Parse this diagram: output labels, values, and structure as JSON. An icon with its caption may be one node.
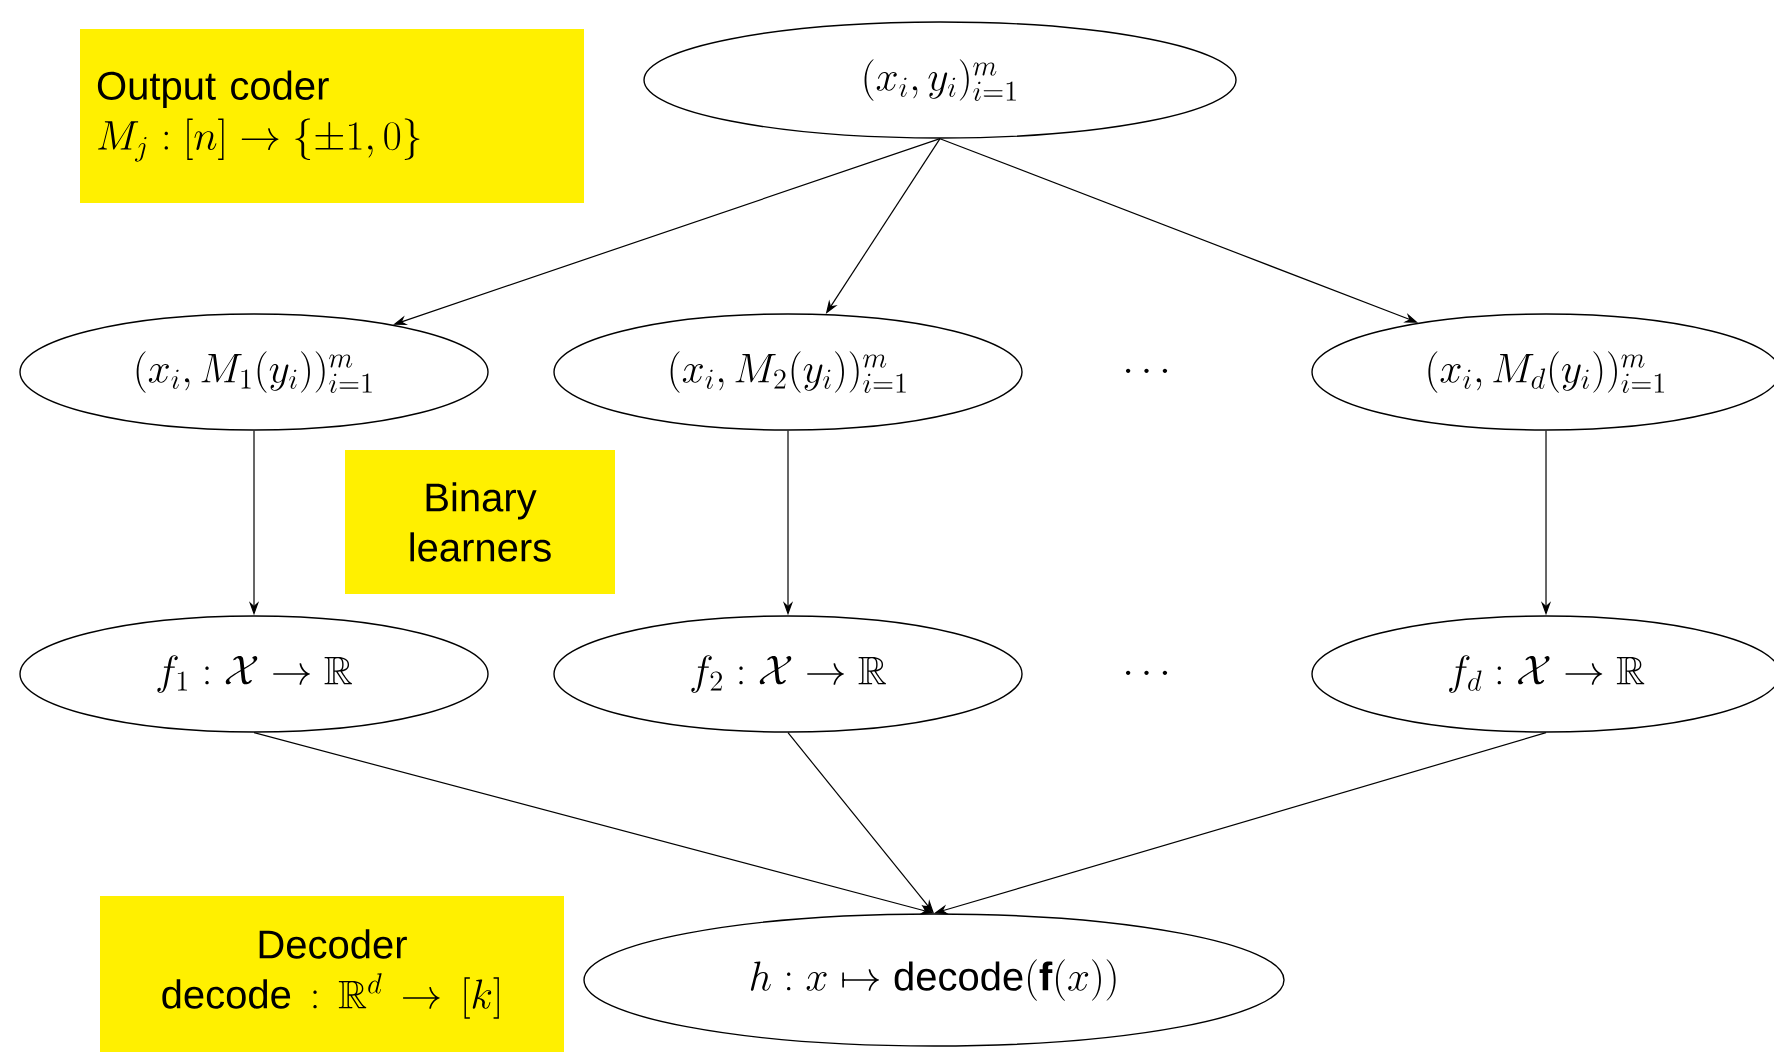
{
  "diagram": {
    "nodes": [
      {
        "text": [
          "Output coder",
          "M_j : [n]\\to\\{\\pm 1, 0\\}"
        ]
      },
      {
        "text": [
          "(x_i, y_i)_{i=1}^m"
        ]
      },
      {
        "text": [
          "(x_i, M_1(y_i))_{i=1}^m"
        ]
      },
      {
        "text": [
          "(x_i, M_2(y_i))_{i=1}^m"
        ]
      },
      {
        "text": [
          "(x_i, M_d(y_i))_{i=1}^m"
        ]
      },
      {
        "text": [
          "Binary learners"
        ]
      },
      {
        "text": [
          "f_1 : \\mathcal{X}\\to\\mathbb{R}"
        ]
      },
      {
        "text": [
          "f_2 : \\mathcal{X}\\to\\mathbb{R}"
        ]
      },
      {
        "text": [
          "f_d : \\mathcal{X}\\to\\mathbb{R}"
        ]
      },
      {
        "text": [
          "Decoder",
          "\\mathrm{decode} : \\mathbb{R}^d\\to[k]"
        ]
      },
      {
        "text": [
          "h : x \\mapsto \\mathrm{decode}(\\mathbf{f}(x))"
        ]
      }
    ],
    "edges": [
      {
        "from": 1,
        "to": 2,
        "arrow": "to"
      },
      {
        "from": 1,
        "to": 3,
        "arrow": "to"
      },
      {
        "from": 1,
        "to": 4,
        "arrow": "to"
      },
      {
        "from": 2,
        "to": 6,
        "arrow": "to"
      },
      {
        "from": 3,
        "to": 7,
        "arrow": "to"
      },
      {
        "from": 4,
        "to": 8,
        "arrow": "to"
      },
      {
        "from": 6,
        "to": 10,
        "arrow": "to"
      },
      {
        "from": 7,
        "to": 10,
        "arrow": "to"
      },
      {
        "from": 8,
        "to": 10,
        "arrow": "to"
      }
    ],
    "labels": [
      "\\cdots",
      "\\cdots"
    ]
  }
}
